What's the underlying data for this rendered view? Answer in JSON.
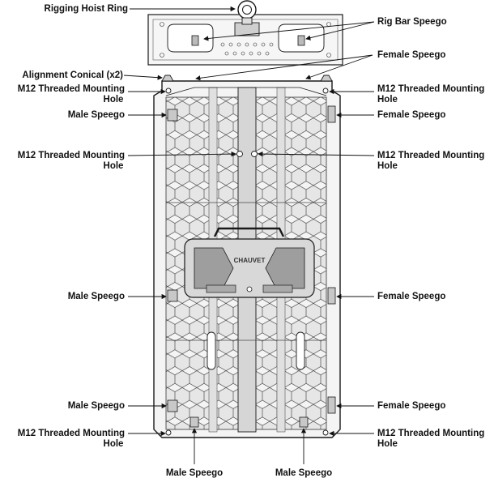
{
  "colors": {
    "line": "#1a1a1a",
    "panel_fill": "#f4f4f4",
    "hex_fill": "#e2e2e2",
    "rail_fill": "#d4d4d4",
    "handle_fill": "#bdbdbd",
    "background": "#ffffff"
  },
  "logo_text": "CHAUVET",
  "callouts": {
    "rigging_hoist_ring": "Rigging Hoist Ring",
    "rig_bar_speego": "Rig Bar Speego",
    "alignment_conical": "Alignment Conical (x2)",
    "female_speego_top": "Female Speego",
    "m12_top_left_1": "M12 Threaded Mounting",
    "m12_top_left_2": "Hole",
    "m12_top_right_1": "M12 Threaded Mounting",
    "m12_top_right_2": "Hole",
    "male_speego_top": "Male Speego",
    "female_speego_right_top": "Female Speego",
    "m12_mid_left_1": "M12 Threaded Mounting",
    "m12_mid_left_2": "Hole",
    "m12_mid_right_1": "M12 Threaded Mounting",
    "m12_mid_right_2": "Hole",
    "male_speego_mid": "Male Speego",
    "female_speego_mid": "Female Speego",
    "male_speego_low": "Male Speego",
    "female_speego_low": "Female Speego",
    "m12_bottom_left_1": "M12 Threaded Mounting",
    "m12_bottom_left_2": "Hole",
    "m12_bottom_right_1": "M12 Threaded Mounting",
    "m12_bottom_right_2": "Hole",
    "male_speego_bottom_left": "Male Speego",
    "male_speego_bottom_right": "Male Speego"
  }
}
